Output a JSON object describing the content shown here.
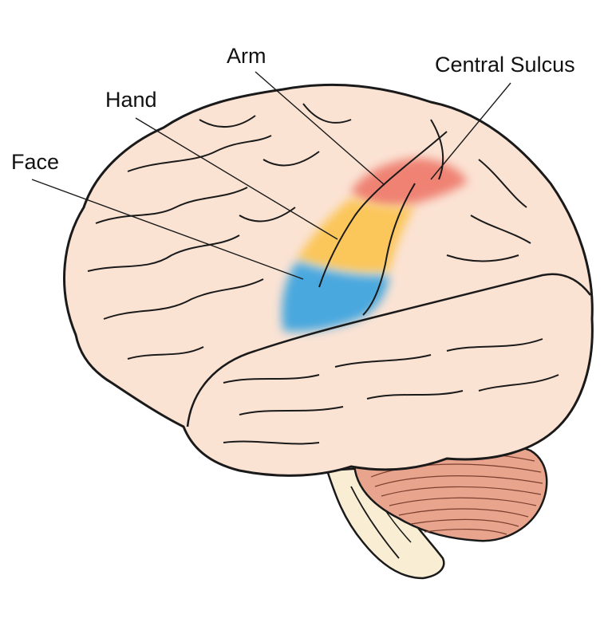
{
  "labels": {
    "arm": "Arm",
    "central_sulcus": "Central Sulcus",
    "hand": "Hand",
    "face": "Face"
  },
  "colors": {
    "cortex_fill": "#fbe3d4",
    "outline": "#1a1a1a",
    "arm_region": "#ef8273",
    "hand_region": "#fbc65a",
    "face_region": "#49a8de",
    "cerebellum_fill": "#e9a48d",
    "brainstem_fill": "#f9eed4",
    "background": "#ffffff"
  },
  "icons": {
    "brain": "brain-lateral-view"
  }
}
